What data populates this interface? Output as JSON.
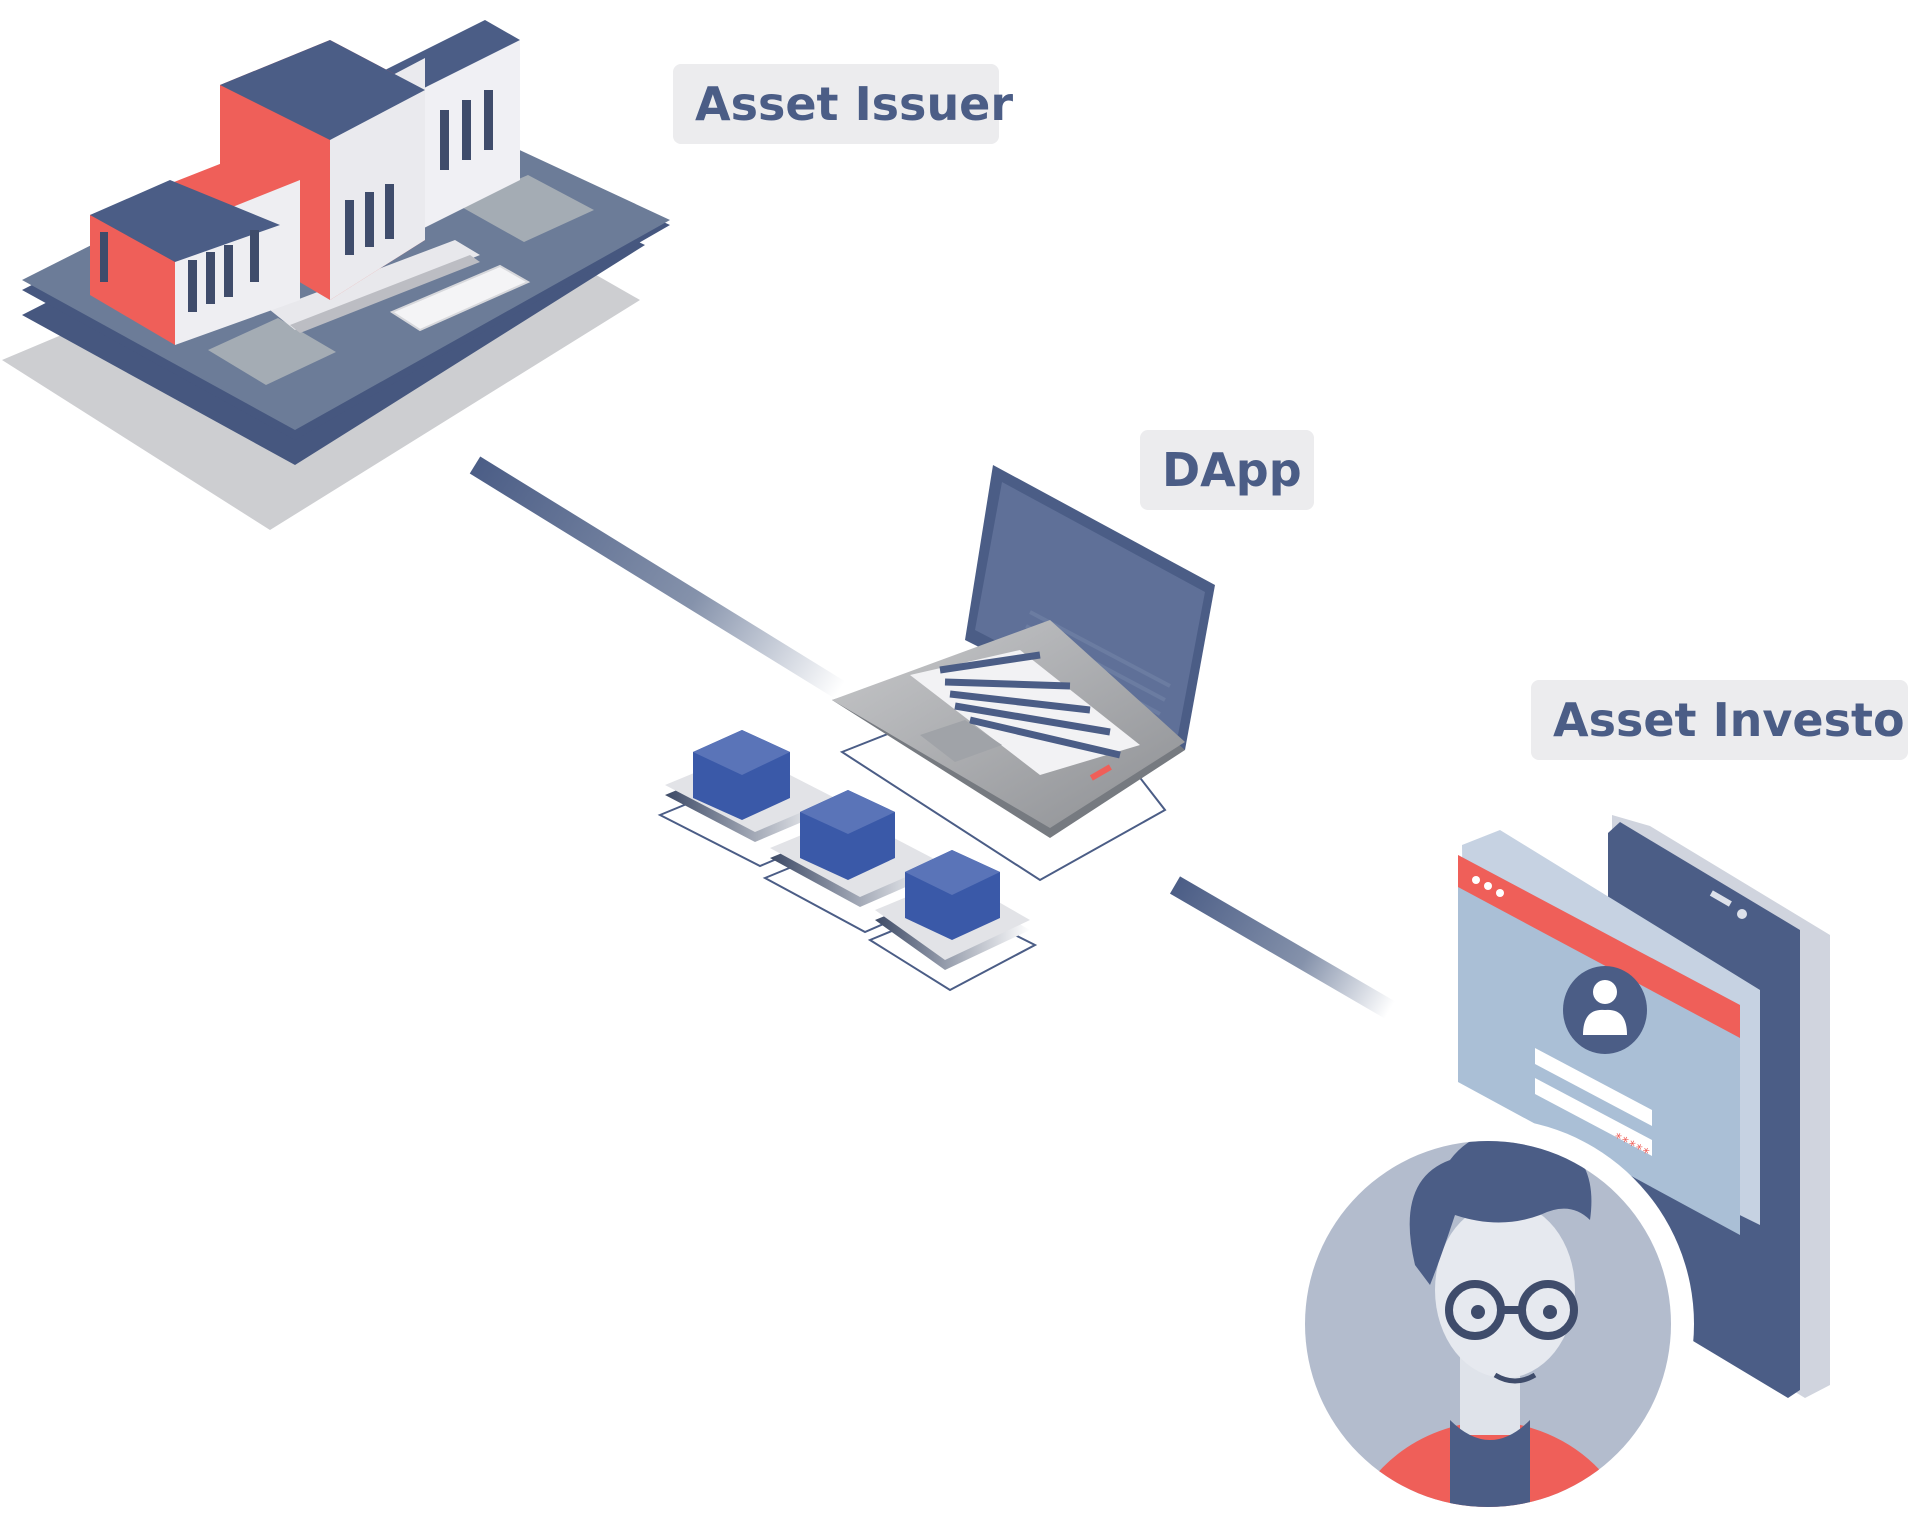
{
  "nodes": {
    "issuer": {
      "label": "Asset Issuer"
    },
    "dapp": {
      "label": "DApp"
    },
    "investor": {
      "label": "Asset Investor"
    }
  },
  "login_screen": {
    "password_mask": "*****"
  },
  "colors": {
    "navy": "#4b5d86",
    "slate": "#6c7c98",
    "accent_red": "#ef5f59",
    "light_blue": "#aabfd6",
    "label_bg": "#ececee",
    "gray": "#a6a8ab"
  },
  "icons": [
    "building-icon",
    "laptop-icon",
    "blockchain-blocks-icon",
    "smartphone-icon",
    "browser-login-icon",
    "avatar-icon"
  ]
}
